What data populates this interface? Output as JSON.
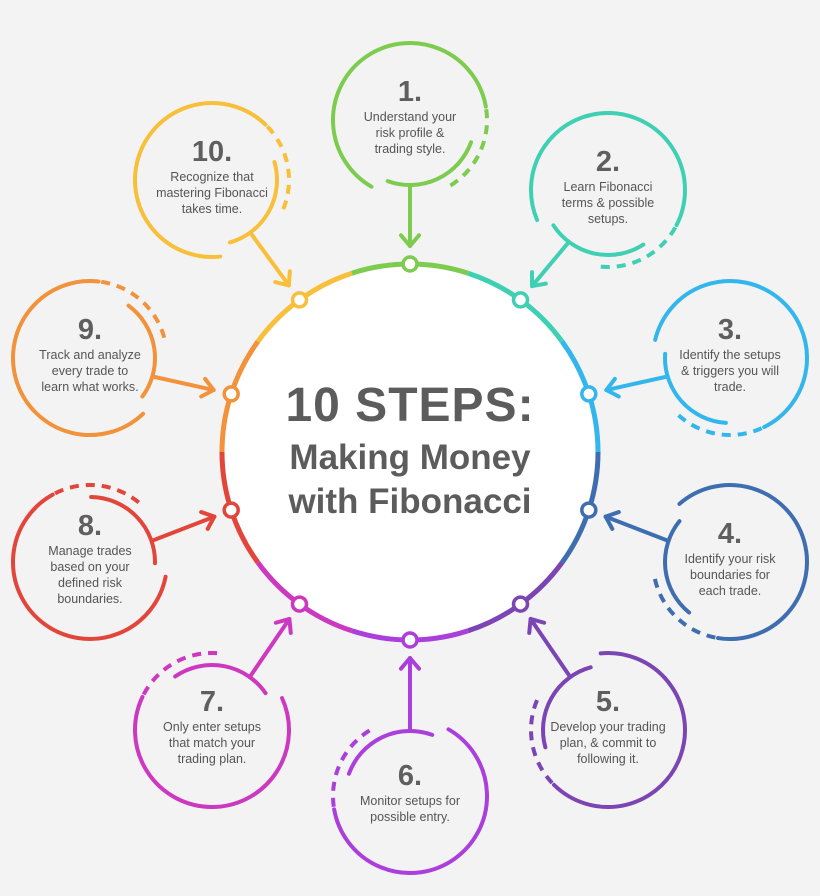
{
  "center": {
    "title": "10 STEPS:",
    "subtitle_line1": "Making Money",
    "subtitle_line2": "with Fibonacci"
  },
  "colors": {
    "background": "#f3f3f3",
    "ring_fill": "#ffffff",
    "text": "#5c5c5c"
  },
  "steps": [
    {
      "number": "1.",
      "color": "#7dcc4f",
      "lines": [
        "Understand your",
        "risk profile &",
        "trading style."
      ]
    },
    {
      "number": "2.",
      "color": "#3fd0b4",
      "lines": [
        "Learn Fibonacci",
        "terms & possible",
        "setups."
      ]
    },
    {
      "number": "3.",
      "color": "#33b6ec",
      "lines": [
        "Identify the setups",
        "& triggers you will",
        "trade."
      ]
    },
    {
      "number": "4.",
      "color": "#3f6eb0",
      "lines": [
        "Identify your risk",
        "boundaries for",
        "each trade."
      ]
    },
    {
      "number": "5.",
      "color": "#7b45b4",
      "lines": [
        "Develop your trading",
        "plan, & commit to",
        "following it."
      ]
    },
    {
      "number": "6.",
      "color": "#ab3fdb",
      "lines": [
        "Monitor setups for",
        "possible entry."
      ]
    },
    {
      "number": "7.",
      "color": "#cc38c0",
      "lines": [
        "Only enter setups",
        "that match your",
        "trading plan."
      ]
    },
    {
      "number": "8.",
      "color": "#e2463b",
      "lines": [
        "Manage trades",
        "based on your",
        "defined risk",
        "boundaries."
      ]
    },
    {
      "number": "9.",
      "color": "#f2923a",
      "lines": [
        "Track and analyze",
        "every trade to",
        "learn what works."
      ]
    },
    {
      "number": "10.",
      "color": "#f7bf3a",
      "lines": [
        "Recognize that",
        "mastering Fibonacci",
        "takes time."
      ]
    }
  ]
}
